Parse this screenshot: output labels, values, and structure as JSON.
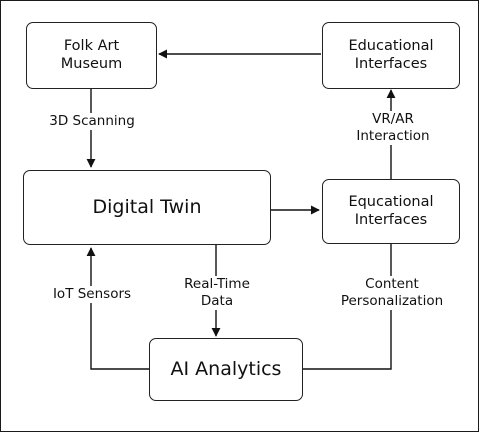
{
  "nodes": {
    "folk_art_museum": [
      "Folk Art",
      "Museum"
    ],
    "educational_interfaces_top": [
      "Educational",
      "Interfaces"
    ],
    "digital_twin": "Digital Twin",
    "educational_interfaces_mid": [
      "Equcational",
      "Interfaces"
    ],
    "ai_analytics": "AI Analytics"
  },
  "edges": {
    "scanning": "3D Scanning",
    "vr_ar": [
      "VR/AR",
      "Interaction"
    ],
    "iot": "IoT Sensors",
    "realtime": [
      "Real-Time",
      "Data"
    ],
    "content": [
      "Content",
      "Personalization"
    ]
  }
}
